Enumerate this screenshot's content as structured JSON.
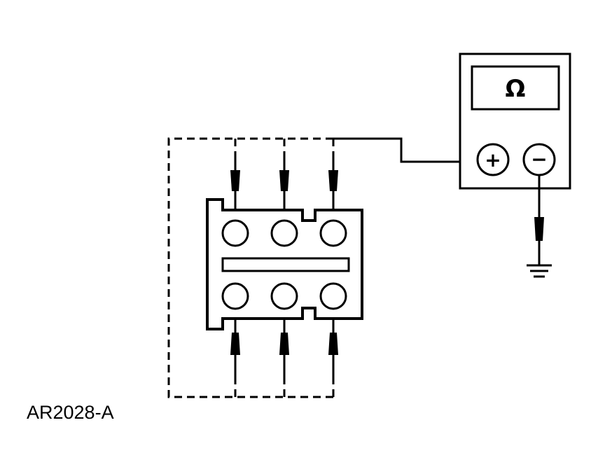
{
  "figure": {
    "reference_id": "AR2028-A"
  },
  "meter": {
    "display_symbol": "Ω",
    "positive_symbol": "+",
    "negative_symbol": "−"
  },
  "connector": {
    "pin_count": 6
  },
  "colors": {
    "line": "#000000",
    "background": "#ffffff"
  },
  "icons": [
    "ohmmeter-icon",
    "ground-symbol-icon",
    "probe-icon"
  ]
}
